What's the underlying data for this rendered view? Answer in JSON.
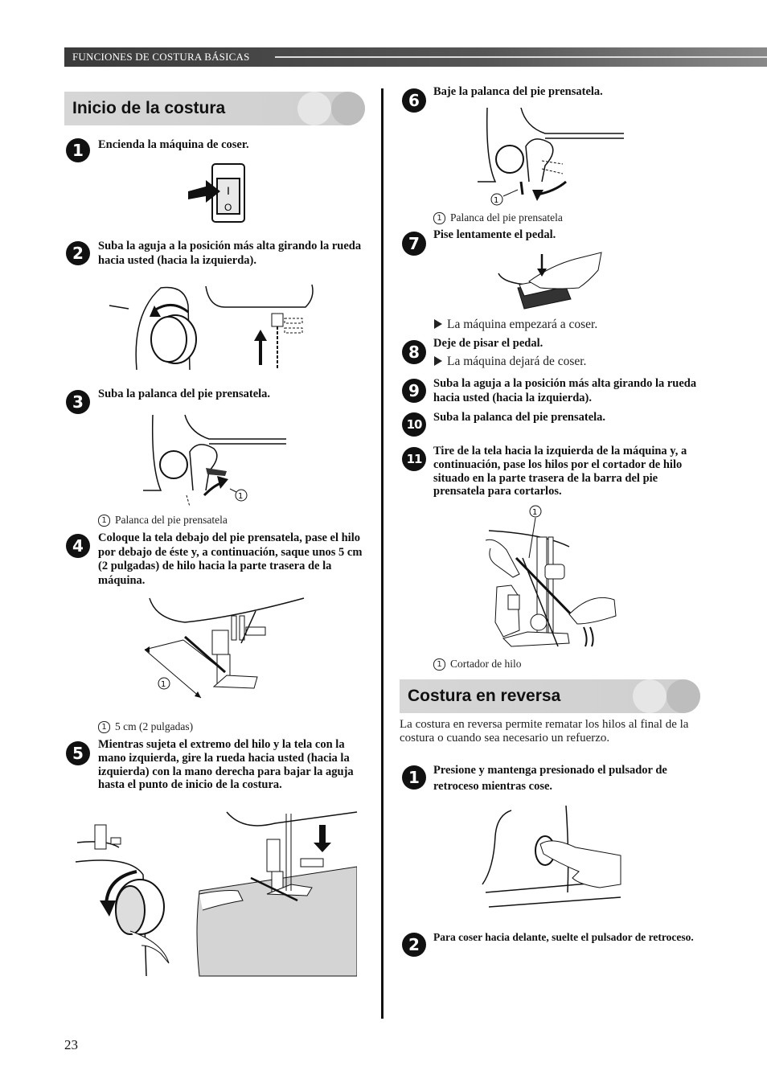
{
  "header": {
    "section": "FUNCIONES DE COSTURA BÁSICAS"
  },
  "left": {
    "title": "Inicio de la costura",
    "steps": [
      {
        "num": "1",
        "text": "Encienda la máquina de coser."
      },
      {
        "num": "2",
        "text": "Suba la aguja a la posición más alta girando la rueda hacia usted (hacia la izquierda)."
      },
      {
        "num": "3",
        "text": "Suba la palanca del pie prensatela.",
        "caption_num": "1",
        "caption": "Palanca del pie prensatela"
      },
      {
        "num": "4",
        "text": "Coloque la tela debajo del pie prensatela, pase el hilo por debajo de éste y, a continuación, saque unos 5 cm (2 pulgadas) de hilo hacia la parte trasera de la máquina.",
        "caption_num": "1",
        "caption": "5 cm (2 pulgadas)"
      },
      {
        "num": "5",
        "text": "Mientras sujeta el extremo del hilo y la tela con la mano izquierda, gire la rueda hacia usted (hacia la izquierda) con la mano derecha para bajar la aguja hasta el punto de inicio de la costura."
      }
    ]
  },
  "right": {
    "steps": [
      {
        "num": "6",
        "text": "Baje la palanca del pie prensatela.",
        "caption_num": "1",
        "caption": "Palanca del pie prensatela"
      },
      {
        "num": "7",
        "text": "Pise lentamente el pedal.",
        "result": "La máquina empezará a coser."
      },
      {
        "num": "8",
        "text": "Deje de pisar el pedal.",
        "result": "La máquina dejará de coser."
      },
      {
        "num": "9",
        "text": "Suba la aguja a la posición más alta girando la rueda hacia usted (hacia la izquierda)."
      },
      {
        "num": "10",
        "text": "Suba la palanca del pie prensatela."
      },
      {
        "num": "11",
        "text": "Tire de la tela hacia la izquierda de la máquina y, a continuación, pase los hilos por el cortador de hilo situado en la parte trasera de la barra del pie prensatela para cortarlos.",
        "caption_num": "1",
        "caption": "Cortador de hilo"
      }
    ],
    "reverse": {
      "title": "Costura en reversa",
      "intro": "La costura en reversa permite rematar los hilos al final de la costura o cuando sea necesario un refuerzo.",
      "steps": [
        {
          "num": "1",
          "text": "Presione y mantenga presionado el pulsador de retroceso mientras cose."
        },
        {
          "num": "2",
          "text": "Para coser hacia delante, suelte el pulsador de retroceso."
        }
      ]
    }
  },
  "page_number": "23",
  "figure_labels": {
    "switch_on": "I",
    "switch_off": "O",
    "callout": "1"
  }
}
